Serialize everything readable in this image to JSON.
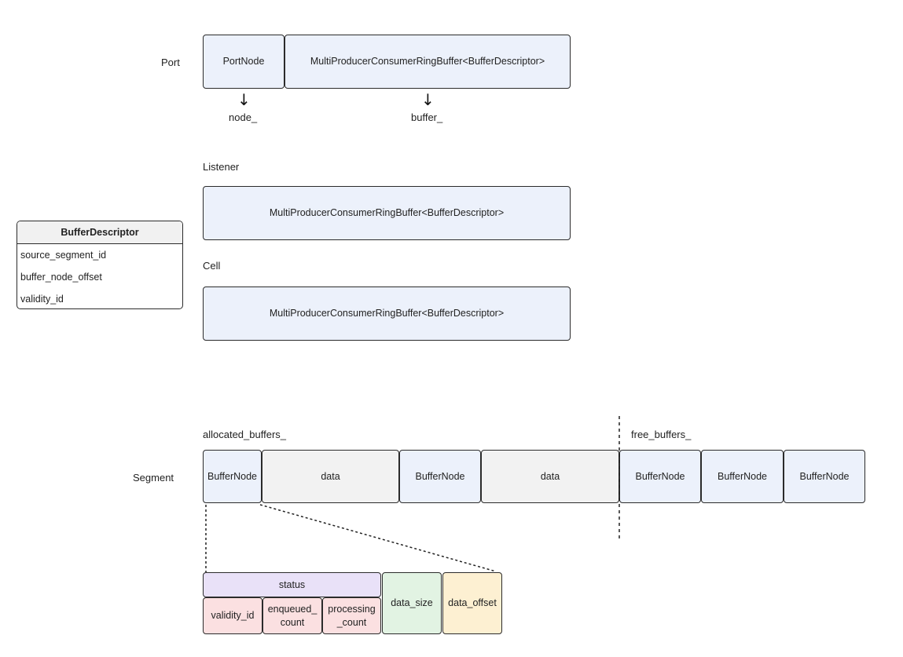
{
  "port": {
    "label": "Port",
    "node_box": "PortNode",
    "buffer_box": "MultiProducerConsumerRingBuffer<BufferDescriptor>",
    "node_member": "node_",
    "buffer_member": "buffer_"
  },
  "listener": {
    "label": "Listener",
    "buffer_box": "MultiProducerConsumerRingBuffer<BufferDescriptor>"
  },
  "cell": {
    "label": "Cell",
    "buffer_box": "MultiProducerConsumerRingBuffer<BufferDescriptor>"
  },
  "buffer_descriptor": {
    "title": "BufferDescriptor",
    "fields": [
      "source_segment_id",
      "buffer_node_offset",
      "validity_id"
    ]
  },
  "segment": {
    "label": "Segment",
    "allocated_label": "allocated_buffers_",
    "free_label": "free_buffers_",
    "cells": [
      "BufferNode",
      "data",
      "BufferNode",
      "data",
      "BufferNode",
      "BufferNode",
      "BufferNode"
    ]
  },
  "buffer_node_detail": {
    "status": "status",
    "validity_id": "validity_id",
    "enqueued_count": "enqueued_\ncount",
    "processing_count": "processing\n_count",
    "data_size": "data_size",
    "data_offset": "data_offset"
  }
}
